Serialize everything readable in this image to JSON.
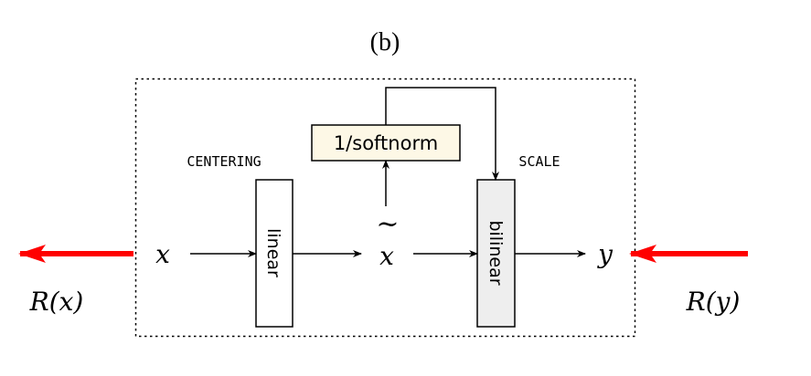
{
  "title": "(b)",
  "labels": {
    "centering": "CENTERING",
    "scale": "SCALE"
  },
  "nodes": {
    "x": "x",
    "x_tilde": "x",
    "tilde": "~",
    "y": "y"
  },
  "boxes": {
    "linear": "linear",
    "bilinear": "bilinear",
    "softnorm": "1/softnorm"
  },
  "relevance": {
    "left": "R(x)",
    "right": "R(y)"
  },
  "colors": {
    "relevance_arrow": "#ff0000",
    "softnorm_fill": "#fdf8e6",
    "bilinear_fill": "#eeeeee"
  }
}
